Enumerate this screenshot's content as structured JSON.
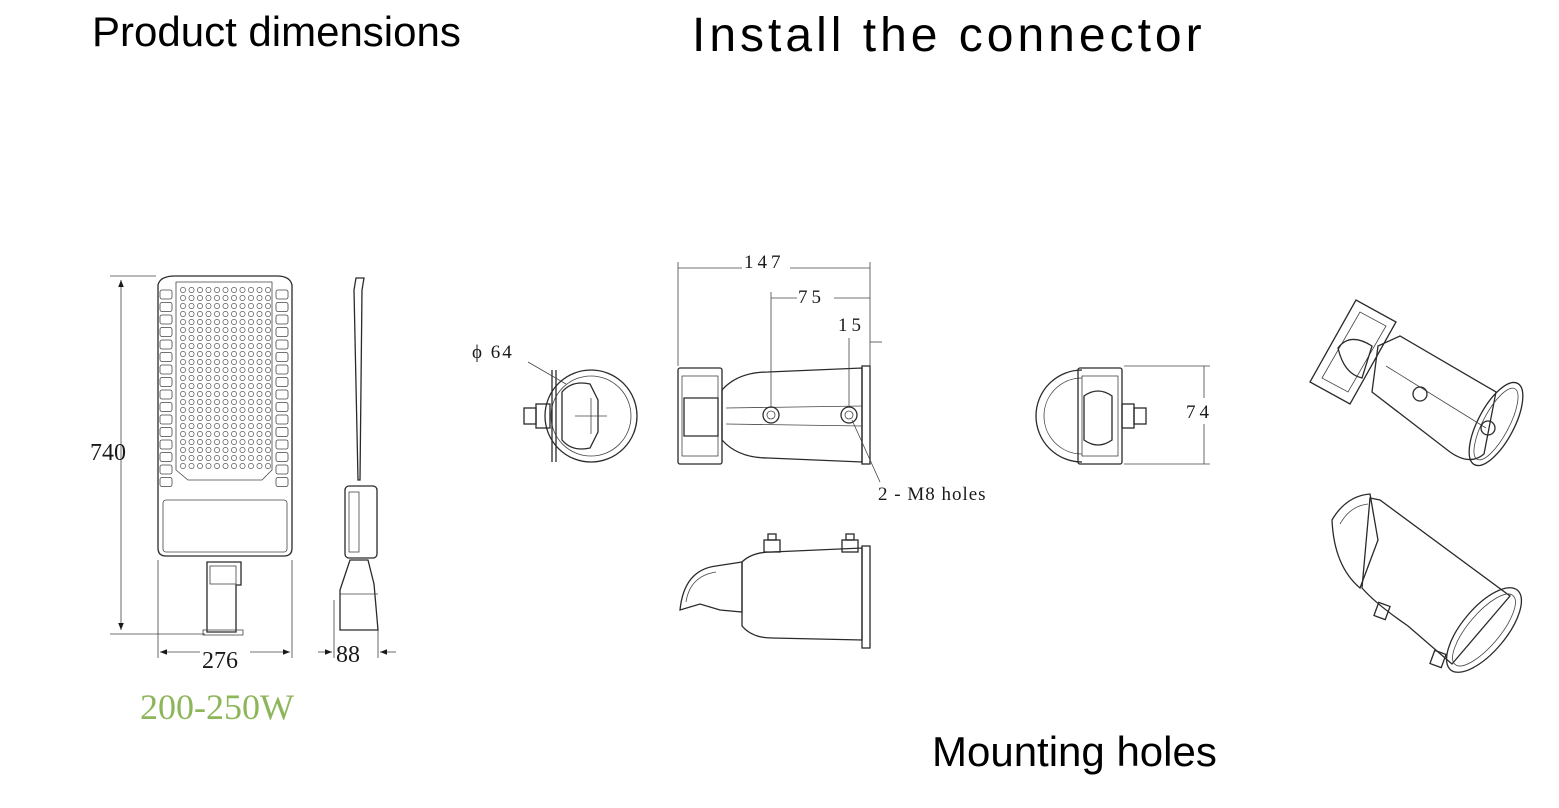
{
  "headings": {
    "product_dimensions": "Product dimensions",
    "install_connector": "Install the connector",
    "mounting_holes": "Mounting holes"
  },
  "product": {
    "height": "740",
    "width": "276",
    "depth": "88",
    "power": "200-250W"
  },
  "connector": {
    "diameter": "ϕ 64",
    "length_total": "147",
    "length_mid": "75",
    "offset": "15",
    "height": "74",
    "holes": "2 - M8 holes"
  },
  "colors": {
    "power_text": "#8db65a",
    "line": "#2a2a2a"
  }
}
